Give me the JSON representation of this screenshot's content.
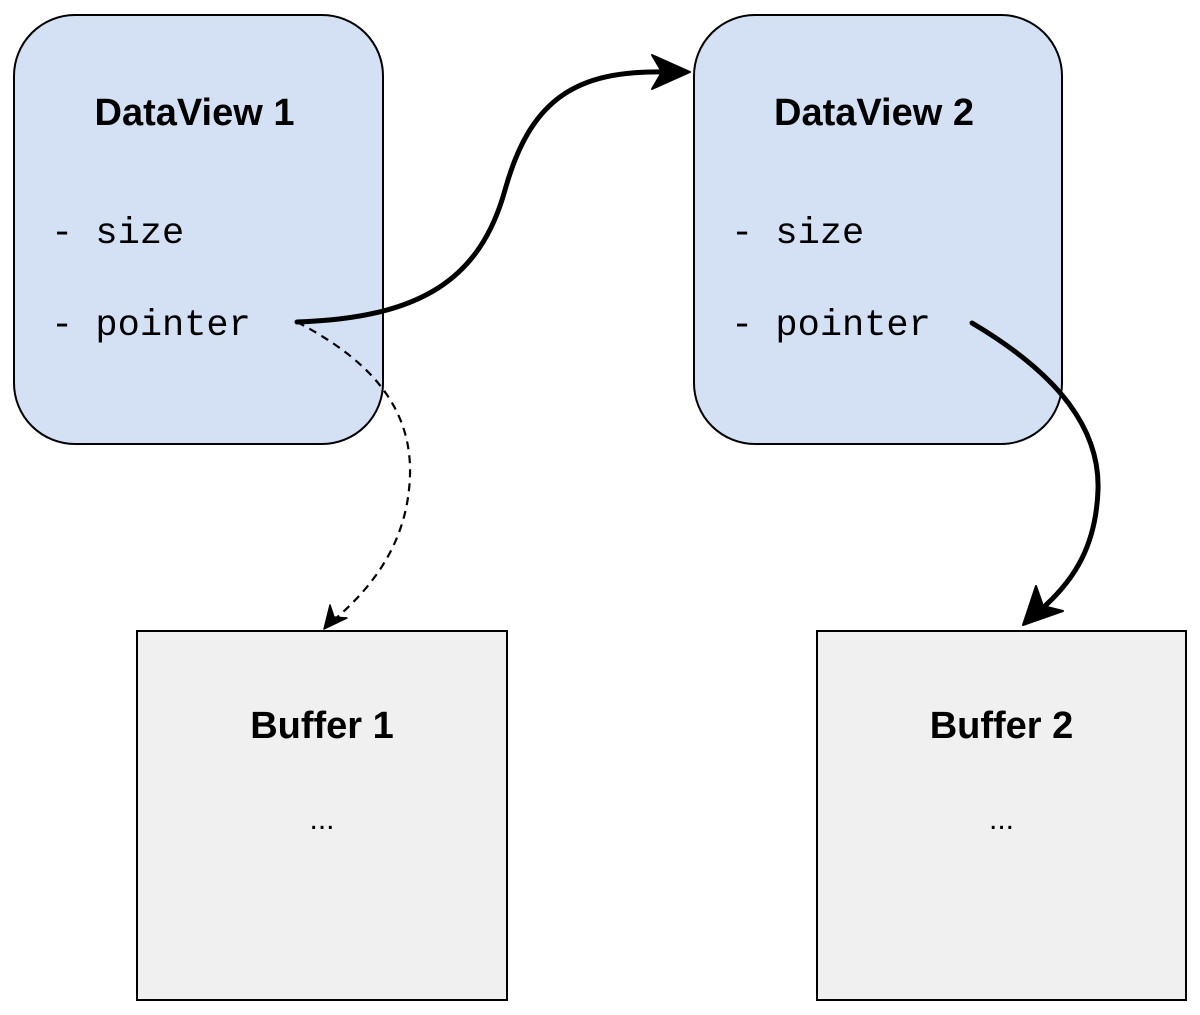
{
  "dataviews": [
    {
      "title": "DataView 1",
      "fields": [
        "- size",
        "- pointer"
      ]
    },
    {
      "title": "DataView 2",
      "fields": [
        "- size",
        "- pointer"
      ]
    }
  ],
  "buffers": [
    {
      "title": "Buffer 1",
      "body": "..."
    },
    {
      "title": "Buffer 2",
      "body": "..."
    }
  ],
  "colors": {
    "dataview_fill": "#d4e1f5",
    "buffer_fill": "#f0f0f0",
    "stroke": "#000000"
  }
}
